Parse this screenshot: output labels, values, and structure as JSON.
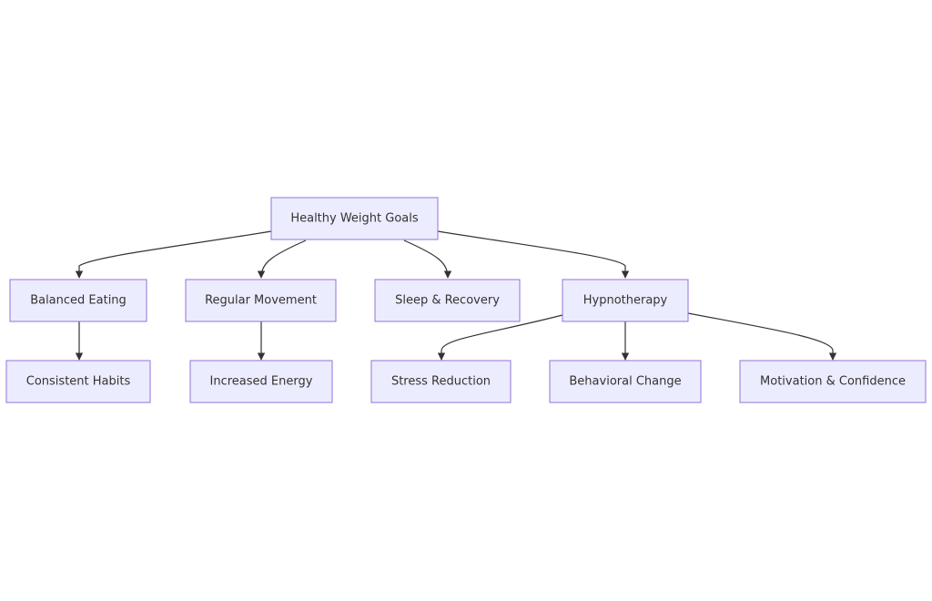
{
  "diagram": {
    "nodes": {
      "root": "Healthy Weight Goals",
      "balanced": "Balanced Eating",
      "movement": "Regular Movement",
      "sleep": "Sleep & Recovery",
      "hypno": "Hypnotherapy",
      "habits": "Consistent Habits",
      "energy": "Increased Energy",
      "stress": "Stress Reduction",
      "behavior": "Behavioral Change",
      "motivation": "Motivation & Confidence"
    },
    "edges": [
      [
        "root",
        "balanced"
      ],
      [
        "root",
        "movement"
      ],
      [
        "root",
        "sleep"
      ],
      [
        "root",
        "hypno"
      ],
      [
        "balanced",
        "habits"
      ],
      [
        "movement",
        "energy"
      ],
      [
        "hypno",
        "stress"
      ],
      [
        "hypno",
        "behavior"
      ],
      [
        "hypno",
        "motivation"
      ]
    ]
  }
}
